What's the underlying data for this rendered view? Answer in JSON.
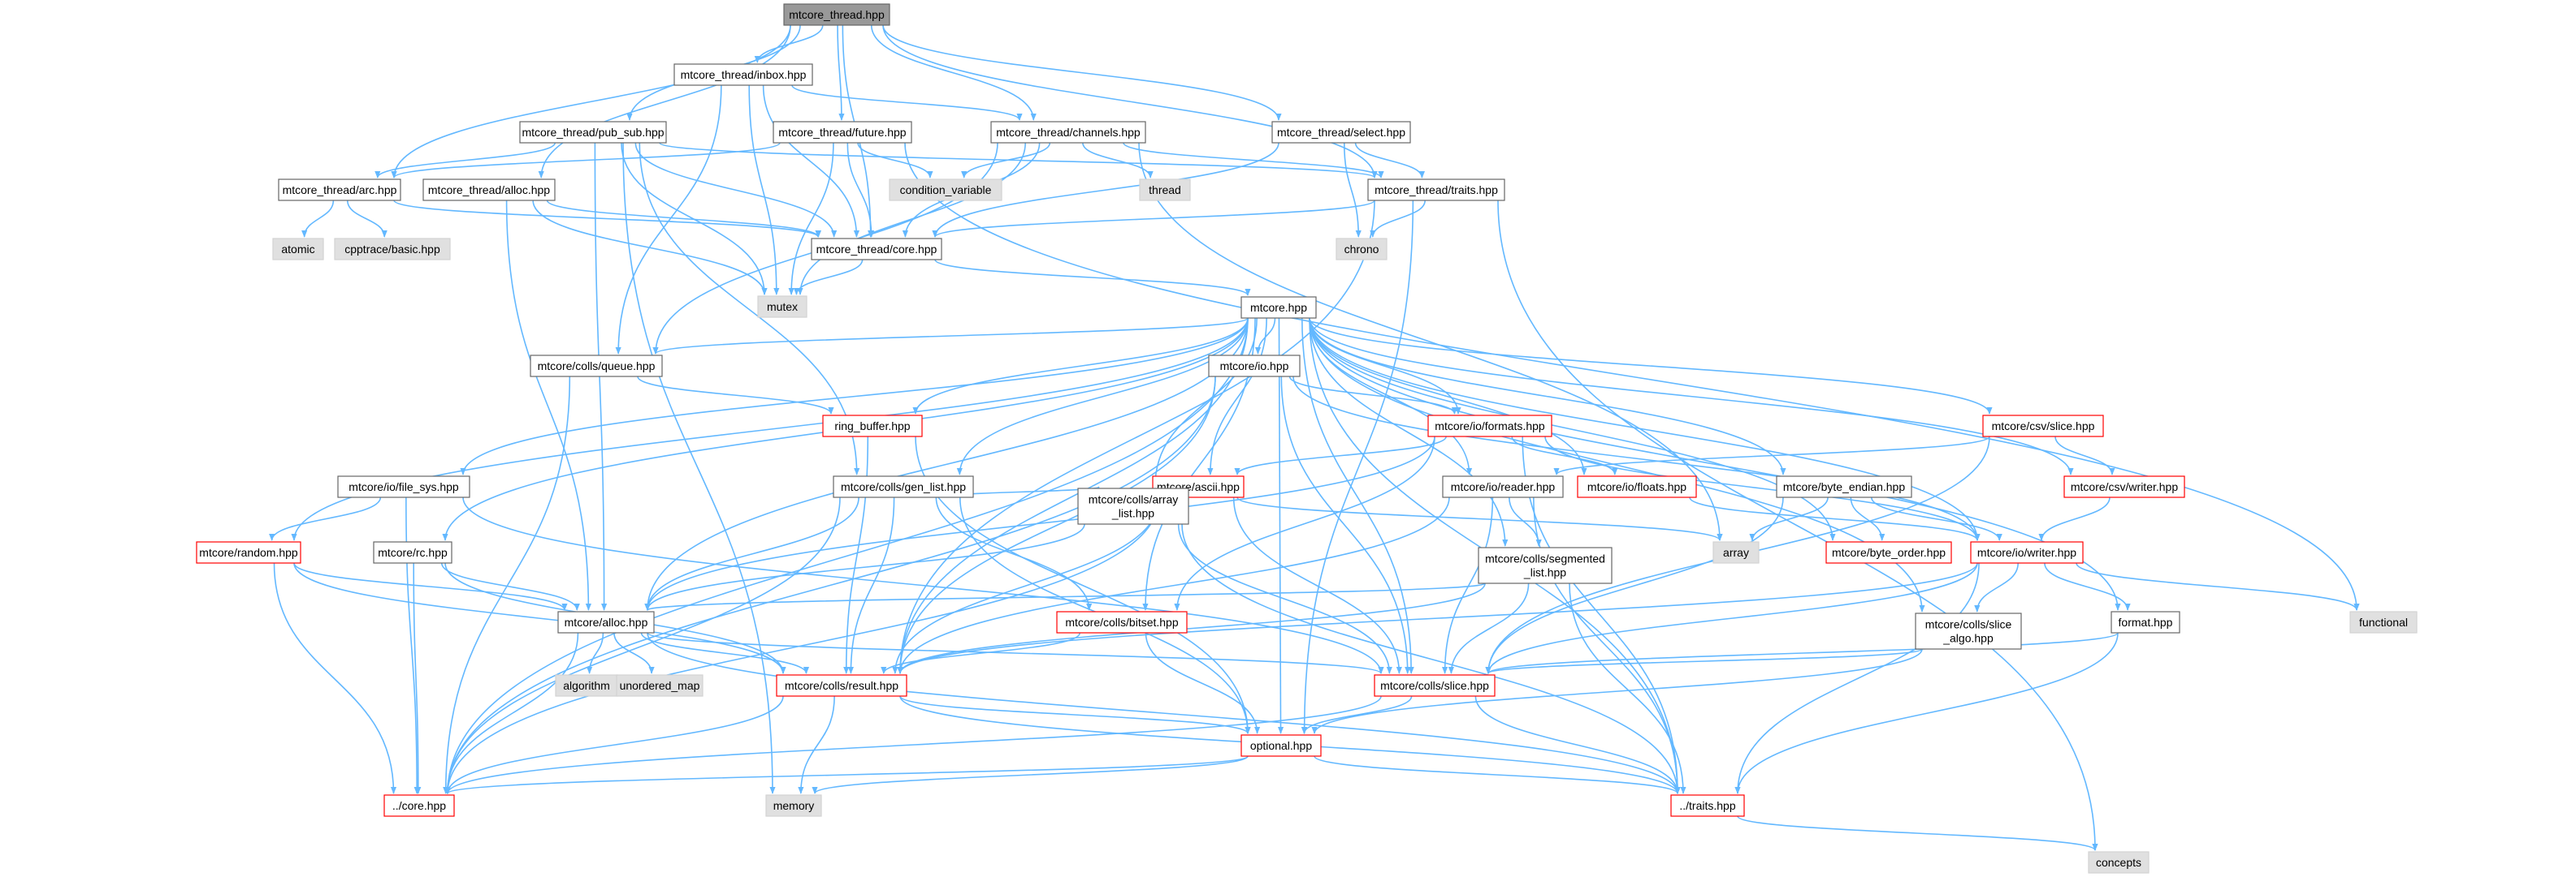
{
  "colors": {
    "edge": "#63b8ff",
    "node_fill": "#ffffff",
    "node_stroke": "#666666",
    "root_fill": "#999999",
    "root_stroke": "#666666",
    "ext_fill": "#e0e0e0",
    "ext_stroke": "#d3d3d3",
    "trunc_stroke": "#ff0000"
  },
  "nodes": [
    {
      "id": "root",
      "label": "mtcore_thread.hpp",
      "kind": "root"
    },
    {
      "id": "inbox",
      "label": "mtcore_thread/inbox.hpp",
      "kind": "normal"
    },
    {
      "id": "pubsub",
      "label": "mtcore_thread/pub_sub.hpp",
      "kind": "normal"
    },
    {
      "id": "future",
      "label": "mtcore_thread/future.hpp",
      "kind": "normal"
    },
    {
      "id": "channels",
      "label": "mtcore_thread/channels.hpp",
      "kind": "normal"
    },
    {
      "id": "select",
      "label": "mtcore_thread/select.hpp",
      "kind": "normal"
    },
    {
      "id": "arc",
      "label": "mtcore_thread/arc.hpp",
      "kind": "normal"
    },
    {
      "id": "talloc",
      "label": "mtcore_thread/alloc.hpp",
      "kind": "normal"
    },
    {
      "id": "condvar",
      "label": "condition_variable",
      "kind": "ext"
    },
    {
      "id": "thread",
      "label": "thread",
      "kind": "ext"
    },
    {
      "id": "ttraits",
      "label": "mtcore_thread/traits.hpp",
      "kind": "normal"
    },
    {
      "id": "atomic",
      "label": "atomic",
      "kind": "ext"
    },
    {
      "id": "cpptrace",
      "label": "cpptrace/basic.hpp",
      "kind": "ext"
    },
    {
      "id": "tcore",
      "label": "mtcore_thread/core.hpp",
      "kind": "normal"
    },
    {
      "id": "chrono",
      "label": "chrono",
      "kind": "ext"
    },
    {
      "id": "mutex",
      "label": "mutex",
      "kind": "ext"
    },
    {
      "id": "mtcore",
      "label": "mtcore.hpp",
      "kind": "normal"
    },
    {
      "id": "queue",
      "label": "mtcore/colls/queue.hpp",
      "kind": "normal"
    },
    {
      "id": "io",
      "label": "mtcore/io.hpp",
      "kind": "normal"
    },
    {
      "id": "ring",
      "label": "ring_buffer.hpp",
      "kind": "trunc"
    },
    {
      "id": "formats",
      "label": "mtcore/io/formats.hpp",
      "kind": "trunc"
    },
    {
      "id": "csvslice",
      "label": "mtcore/csv/slice.hpp",
      "kind": "trunc"
    },
    {
      "id": "filesys",
      "label": "mtcore/io/file_sys.hpp",
      "kind": "normal"
    },
    {
      "id": "genlist",
      "label": "mtcore/colls/gen_list.hpp",
      "kind": "normal"
    },
    {
      "id": "ascii",
      "label": "mtcore/ascii.hpp",
      "kind": "trunc"
    },
    {
      "id": "reader",
      "label": "mtcore/io/reader.hpp",
      "kind": "normal"
    },
    {
      "id": "floats",
      "label": "mtcore/io/floats.hpp",
      "kind": "trunc"
    },
    {
      "id": "byteend",
      "label": "mtcore/byte_endian.hpp",
      "kind": "normal"
    },
    {
      "id": "csvwriter",
      "label": "mtcore/csv/writer.hpp",
      "kind": "trunc"
    },
    {
      "id": "random",
      "label": "mtcore/random.hpp",
      "kind": "trunc"
    },
    {
      "id": "arraylist",
      "label": [
        "mtcore/colls/array",
        "_list.hpp"
      ],
      "kind": "normal"
    },
    {
      "id": "array",
      "label": "array",
      "kind": "ext"
    },
    {
      "id": "byteorder",
      "label": "mtcore/byte_order.hpp",
      "kind": "trunc"
    },
    {
      "id": "iowriter",
      "label": "mtcore/io/writer.hpp",
      "kind": "trunc"
    },
    {
      "id": "rc",
      "label": "mtcore/rc.hpp",
      "kind": "normal"
    },
    {
      "id": "segmented",
      "label": [
        "mtcore/colls/segmented",
        "_list.hpp"
      ],
      "kind": "normal"
    },
    {
      "id": "alloc",
      "label": "mtcore/alloc.hpp",
      "kind": "normal"
    },
    {
      "id": "bitset",
      "label": "mtcore/colls/bitset.hpp",
      "kind": "trunc"
    },
    {
      "id": "slicealgo",
      "label": [
        "mtcore/colls/slice",
        "_algo.hpp"
      ],
      "kind": "normal"
    },
    {
      "id": "format",
      "label": "format.hpp",
      "kind": "normal"
    },
    {
      "id": "functional",
      "label": "functional",
      "kind": "ext"
    },
    {
      "id": "algorithm",
      "label": "algorithm",
      "kind": "ext"
    },
    {
      "id": "unordered",
      "label": "unordered_map",
      "kind": "ext"
    },
    {
      "id": "result",
      "label": "mtcore/colls/result.hpp",
      "kind": "trunc"
    },
    {
      "id": "slice",
      "label": "mtcore/colls/slice.hpp",
      "kind": "trunc"
    },
    {
      "id": "optional",
      "label": "optional.hpp",
      "kind": "trunc"
    },
    {
      "id": "core",
      "label": "../core.hpp",
      "kind": "trunc"
    },
    {
      "id": "memory",
      "label": "memory",
      "kind": "ext"
    },
    {
      "id": "traits",
      "label": "../traits.hpp",
      "kind": "trunc"
    },
    {
      "id": "concepts",
      "label": "concepts",
      "kind": "ext"
    }
  ],
  "edges": [
    [
      "root",
      "inbox"
    ],
    [
      "root",
      "pubsub"
    ],
    [
      "root",
      "future"
    ],
    [
      "root",
      "channels"
    ],
    [
      "root",
      "select"
    ],
    [
      "root",
      "arc"
    ],
    [
      "root",
      "talloc"
    ],
    [
      "root",
      "ttraits"
    ],
    [
      "root",
      "tcore"
    ],
    [
      "inbox",
      "channels"
    ],
    [
      "inbox",
      "tcore"
    ],
    [
      "inbox",
      "mutex"
    ],
    [
      "inbox",
      "queue"
    ],
    [
      "pubsub",
      "arc"
    ],
    [
      "pubsub",
      "tcore"
    ],
    [
      "pubsub",
      "ttraits"
    ],
    [
      "pubsub",
      "mutex"
    ],
    [
      "pubsub",
      "alloc"
    ],
    [
      "pubsub",
      "genlist"
    ],
    [
      "pubsub",
      "memory"
    ],
    [
      "future",
      "arc"
    ],
    [
      "future",
      "tcore"
    ],
    [
      "future",
      "condvar"
    ],
    [
      "future",
      "mutex"
    ],
    [
      "future",
      "functional"
    ],
    [
      "channels",
      "tcore"
    ],
    [
      "channels",
      "ttraits"
    ],
    [
      "channels",
      "condvar"
    ],
    [
      "channels",
      "thread"
    ],
    [
      "channels",
      "mutex"
    ],
    [
      "channels",
      "queue"
    ],
    [
      "channels",
      "array"
    ],
    [
      "select",
      "ttraits"
    ],
    [
      "select",
      "tcore"
    ],
    [
      "select",
      "chrono"
    ],
    [
      "arc",
      "atomic"
    ],
    [
      "arc",
      "cpptrace"
    ],
    [
      "arc",
      "tcore"
    ],
    [
      "talloc",
      "tcore"
    ],
    [
      "talloc",
      "mutex"
    ],
    [
      "talloc",
      "alloc"
    ],
    [
      "ttraits",
      "tcore"
    ],
    [
      "ttraits",
      "chrono"
    ],
    [
      "ttraits",
      "optional"
    ],
    [
      "ttraits",
      "result"
    ],
    [
      "ttraits",
      "concepts"
    ],
    [
      "tcore",
      "mtcore"
    ],
    [
      "tcore",
      "mutex"
    ],
    [
      "mtcore",
      "queue"
    ],
    [
      "mtcore",
      "io"
    ],
    [
      "mtcore",
      "ring"
    ],
    [
      "mtcore",
      "formats"
    ],
    [
      "mtcore",
      "csvslice"
    ],
    [
      "mtcore",
      "filesys"
    ],
    [
      "mtcore",
      "genlist"
    ],
    [
      "mtcore",
      "ascii"
    ],
    [
      "mtcore",
      "reader"
    ],
    [
      "mtcore",
      "floats"
    ],
    [
      "mtcore",
      "byteend"
    ],
    [
      "mtcore",
      "csvwriter"
    ],
    [
      "mtcore",
      "random"
    ],
    [
      "mtcore",
      "arraylist"
    ],
    [
      "mtcore",
      "byteorder"
    ],
    [
      "mtcore",
      "iowriter"
    ],
    [
      "mtcore",
      "rc"
    ],
    [
      "mtcore",
      "segmented"
    ],
    [
      "mtcore",
      "alloc"
    ],
    [
      "mtcore",
      "bitset"
    ],
    [
      "mtcore",
      "slicealgo"
    ],
    [
      "mtcore",
      "format"
    ],
    [
      "mtcore",
      "result"
    ],
    [
      "mtcore",
      "slice"
    ],
    [
      "mtcore",
      "optional"
    ],
    [
      "mtcore",
      "core"
    ],
    [
      "mtcore",
      "traits"
    ],
    [
      "queue",
      "ring"
    ],
    [
      "queue",
      "core"
    ],
    [
      "io",
      "formats"
    ],
    [
      "io",
      "iowriter"
    ],
    [
      "io",
      "result"
    ],
    [
      "io",
      "slice"
    ],
    [
      "io",
      "core"
    ],
    [
      "ring",
      "result"
    ],
    [
      "ring",
      "optional"
    ],
    [
      "formats",
      "ascii"
    ],
    [
      "formats",
      "floats"
    ],
    [
      "formats",
      "iowriter"
    ],
    [
      "formats",
      "bitset"
    ],
    [
      "formats",
      "alloc"
    ],
    [
      "formats",
      "traits"
    ],
    [
      "csvslice",
      "csvwriter"
    ],
    [
      "csvslice",
      "reader"
    ],
    [
      "csvslice",
      "slice"
    ],
    [
      "filesys",
      "random"
    ],
    [
      "filesys",
      "slice"
    ],
    [
      "filesys",
      "core"
    ],
    [
      "genlist",
      "arraylist"
    ],
    [
      "genlist",
      "alloc"
    ],
    [
      "genlist",
      "result"
    ],
    [
      "genlist",
      "bitset"
    ],
    [
      "genlist",
      "optional"
    ],
    [
      "genlist",
      "core"
    ],
    [
      "ascii",
      "array"
    ],
    [
      "ascii",
      "result"
    ],
    [
      "ascii",
      "slice"
    ],
    [
      "ascii",
      "core"
    ],
    [
      "reader",
      "segmented"
    ],
    [
      "reader",
      "result"
    ],
    [
      "reader",
      "slice"
    ],
    [
      "reader",
      "traits"
    ],
    [
      "floats",
      "iowriter"
    ],
    [
      "byteend",
      "array"
    ],
    [
      "byteend",
      "byteorder"
    ],
    [
      "byteend",
      "iowriter"
    ],
    [
      "byteend",
      "slice"
    ],
    [
      "csvwriter",
      "iowriter"
    ],
    [
      "random",
      "alloc"
    ],
    [
      "random",
      "result"
    ],
    [
      "random",
      "core"
    ],
    [
      "arraylist",
      "alloc"
    ],
    [
      "arraylist",
      "slice"
    ],
    [
      "arraylist",
      "traits"
    ],
    [
      "iowriter",
      "slicealgo"
    ],
    [
      "iowriter",
      "format"
    ],
    [
      "iowriter",
      "functional"
    ],
    [
      "iowriter",
      "result"
    ],
    [
      "iowriter",
      "slice"
    ],
    [
      "iowriter",
      "traits"
    ],
    [
      "rc",
      "alloc"
    ],
    [
      "rc",
      "result"
    ],
    [
      "rc",
      "core"
    ],
    [
      "segmented",
      "alloc"
    ],
    [
      "segmented",
      "slice"
    ],
    [
      "segmented",
      "result"
    ],
    [
      "segmented",
      "traits"
    ],
    [
      "alloc",
      "algorithm"
    ],
    [
      "alloc",
      "unordered"
    ],
    [
      "alloc",
      "result"
    ],
    [
      "alloc",
      "slice"
    ],
    [
      "alloc",
      "core"
    ],
    [
      "alloc",
      "traits"
    ],
    [
      "bitset",
      "result"
    ],
    [
      "bitset",
      "optional"
    ],
    [
      "slicealgo",
      "slice"
    ],
    [
      "slicealgo",
      "optional"
    ],
    [
      "format",
      "slice"
    ],
    [
      "format",
      "traits"
    ],
    [
      "result",
      "memory"
    ],
    [
      "result",
      "core"
    ],
    [
      "result",
      "traits"
    ],
    [
      "result",
      "optional"
    ],
    [
      "slice",
      "optional"
    ],
    [
      "slice",
      "traits"
    ],
    [
      "slice",
      "core"
    ],
    [
      "optional",
      "core"
    ],
    [
      "optional",
      "memory"
    ],
    [
      "optional",
      "traits"
    ],
    [
      "traits",
      "concepts"
    ]
  ]
}
